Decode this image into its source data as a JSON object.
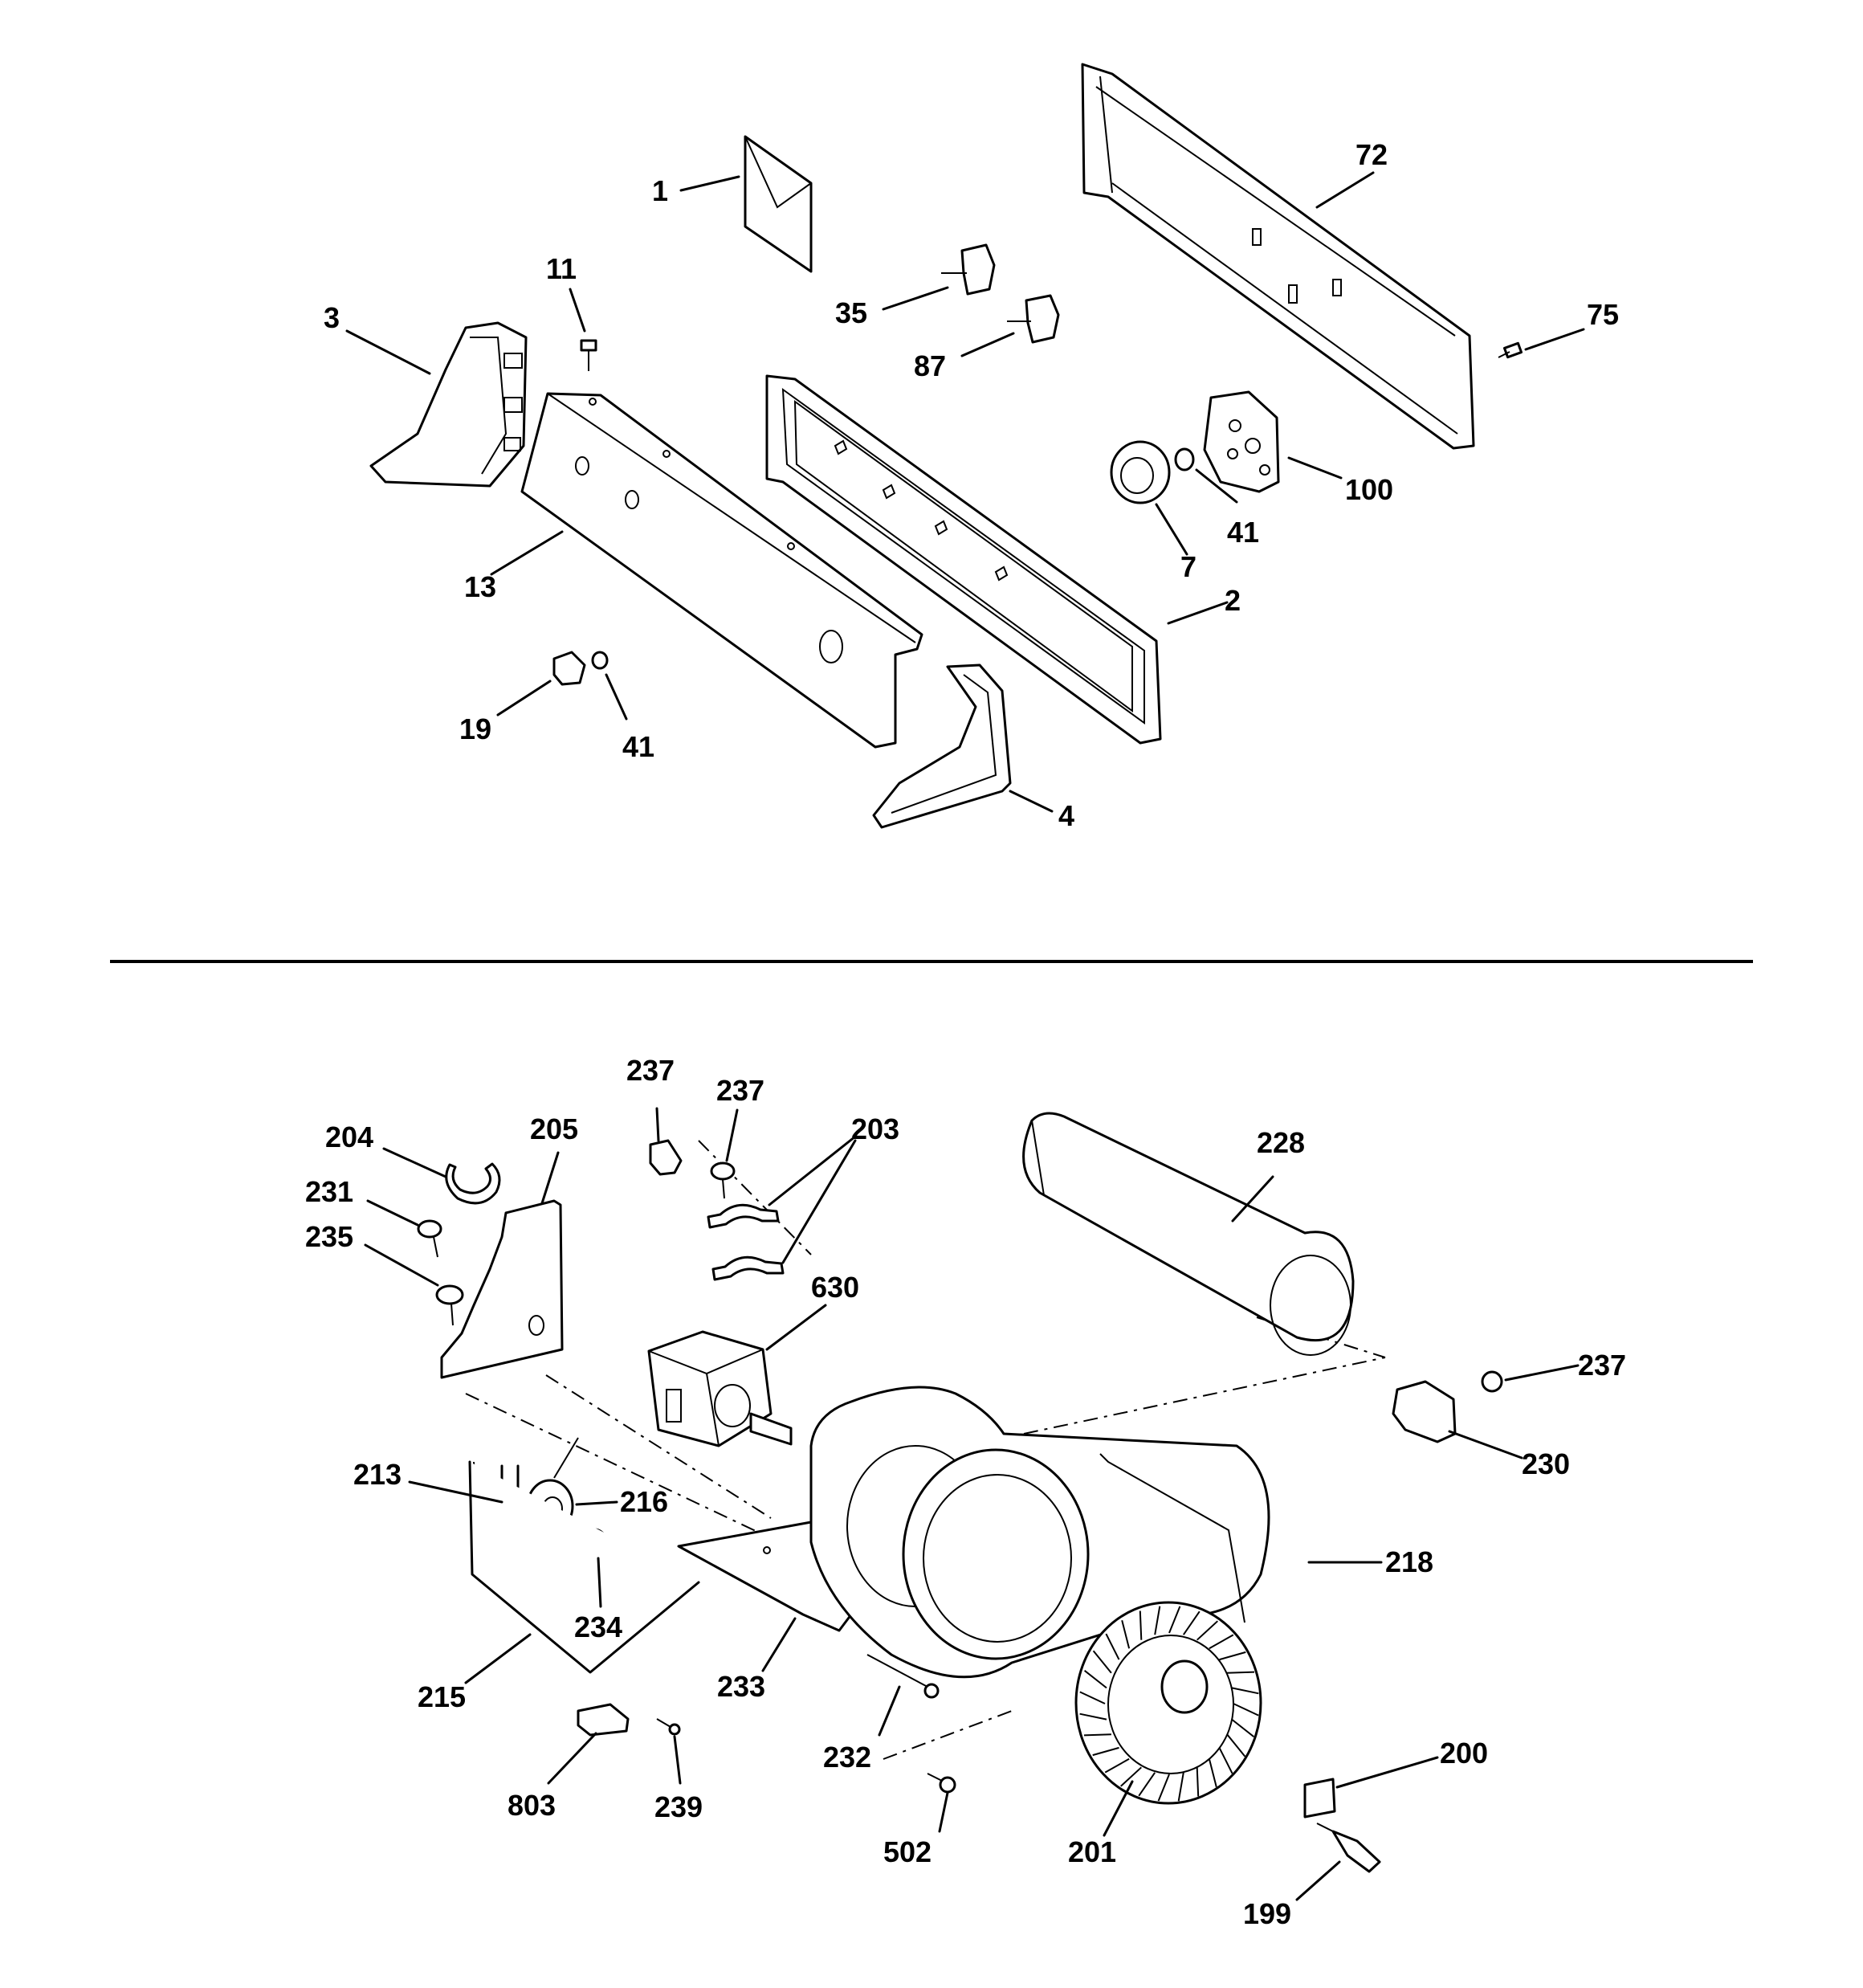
{
  "diagram": {
    "type": "exploded-parts-diagram",
    "colors": {
      "line": "#000000",
      "background": "#ffffff"
    },
    "upper_section": {
      "callouts": [
        "1",
        "72",
        "11",
        "3",
        "35",
        "75",
        "87",
        "100",
        "41",
        "7",
        "13",
        "2",
        "19",
        "41",
        "4"
      ]
    },
    "lower_section": {
      "callouts": [
        "237",
        "237",
        "203",
        "204",
        "205",
        "228",
        "231",
        "235",
        "630",
        "237",
        "230",
        "213",
        "216",
        "218",
        "234",
        "233",
        "215",
        "232",
        "200",
        "803",
        "239",
        "502",
        "201",
        "199"
      ]
    }
  }
}
